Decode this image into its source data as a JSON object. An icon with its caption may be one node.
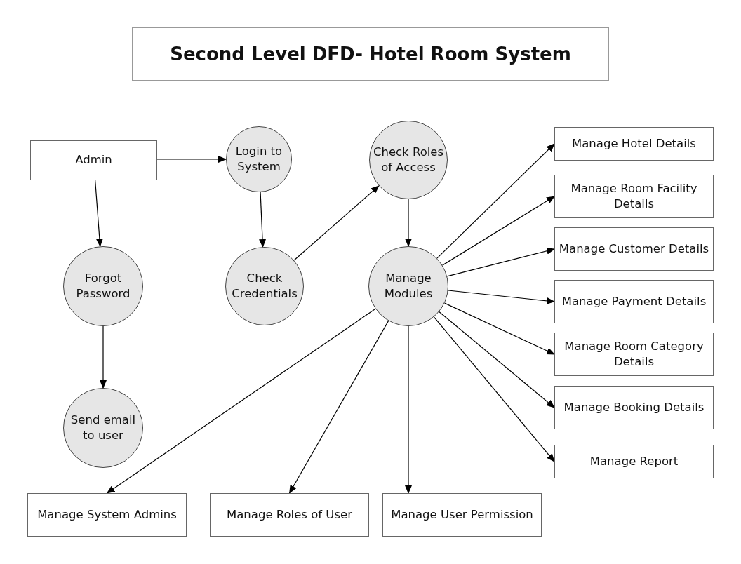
{
  "diagram": {
    "title": "Second Level DFD- Hotel Room System",
    "nodes": [
      {
        "text": [
          "Admin"
        ]
      },
      {
        "text": [
          "Login to System"
        ]
      },
      {
        "text": [
          "Check Roles of Access"
        ]
      },
      {
        "text": [
          "Forgot Password"
        ]
      },
      {
        "text": [
          "Check Credentials"
        ]
      },
      {
        "text": [
          "Manage Modules"
        ]
      },
      {
        "text": [
          "Send email to user"
        ]
      },
      {
        "text": [
          "Manage Hotel Details"
        ]
      },
      {
        "text": [
          "Manage Room Facility Details"
        ]
      },
      {
        "text": [
          "Manage Customer Details"
        ]
      },
      {
        "text": [
          "Manage Payment Details"
        ]
      },
      {
        "text": [
          "Manage Room Category Details"
        ]
      },
      {
        "text": [
          "Manage Booking Details"
        ]
      },
      {
        "text": [
          "Manage Report"
        ]
      },
      {
        "text": [
          "Manage System Admins"
        ]
      },
      {
        "text": [
          "Manage Roles of User"
        ]
      },
      {
        "text": [
          "Manage User Permission"
        ]
      }
    ],
    "edges": [
      {
        "from": 0,
        "to": 1,
        "arrow": "to"
      },
      {
        "from": 0,
        "to": 3,
        "arrow": "to"
      },
      {
        "from": 1,
        "to": 4,
        "arrow": "to"
      },
      {
        "from": 4,
        "to": 2,
        "arrow": "to"
      },
      {
        "from": 3,
        "to": 6,
        "arrow": "to"
      },
      {
        "from": 2,
        "to": 5,
        "arrow": "to"
      },
      {
        "from": 5,
        "to": 7,
        "arrow": "to"
      },
      {
        "from": 5,
        "to": 8,
        "arrow": "to"
      },
      {
        "from": 5,
        "to": 9,
        "arrow": "to"
      },
      {
        "from": 5,
        "to": 10,
        "arrow": "to"
      },
      {
        "from": 5,
        "to": 11,
        "arrow": "to"
      },
      {
        "from": 5,
        "to": 12,
        "arrow": "to"
      },
      {
        "from": 5,
        "to": 13,
        "arrow": "to"
      },
      {
        "from": 5,
        "to": 14,
        "arrow": "to"
      },
      {
        "from": 5,
        "to": 15,
        "arrow": "to"
      },
      {
        "from": 5,
        "to": 16,
        "arrow": "to"
      }
    ]
  }
}
